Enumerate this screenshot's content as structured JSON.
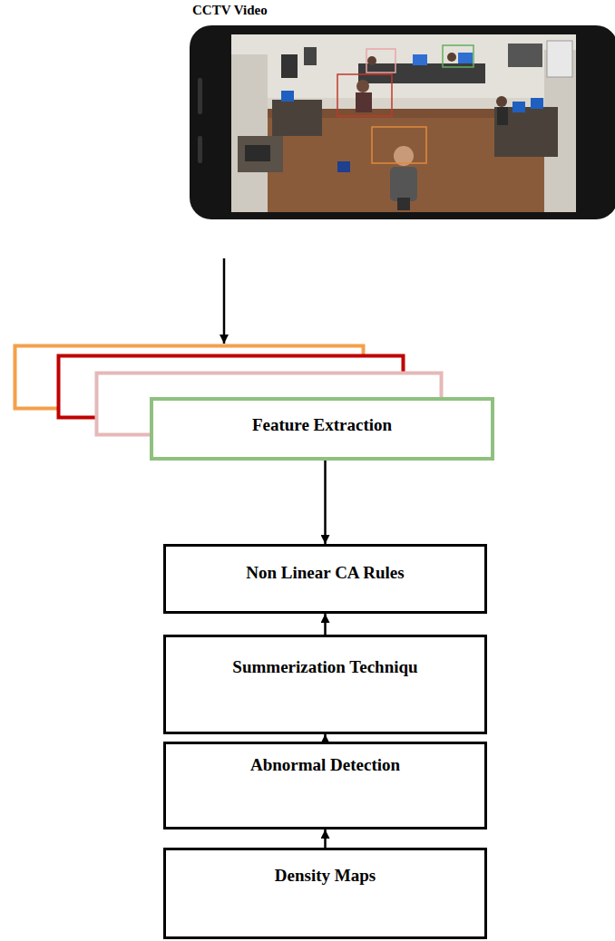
{
  "diagram": {
    "title": "CCTV Video",
    "nodes": [
      {
        "text": [
          "Feature Extraction"
        ]
      },
      {
        "text": [
          "Non Linear CA Rules"
        ]
      },
      {
        "text": [
          "Summerization Techniqu"
        ]
      },
      {
        "text": [
          "Abnormal Detection"
        ]
      },
      {
        "text": [
          "Density Maps"
        ]
      }
    ],
    "edges": [
      {
        "from": 0,
        "to": 1,
        "arrow": "to"
      },
      {
        "from": 2,
        "to": 1,
        "arrow": "to"
      },
      {
        "from": 3,
        "to": 2,
        "arrow": "to"
      },
      {
        "from": 4,
        "to": 3,
        "arrow": "to"
      }
    ]
  }
}
